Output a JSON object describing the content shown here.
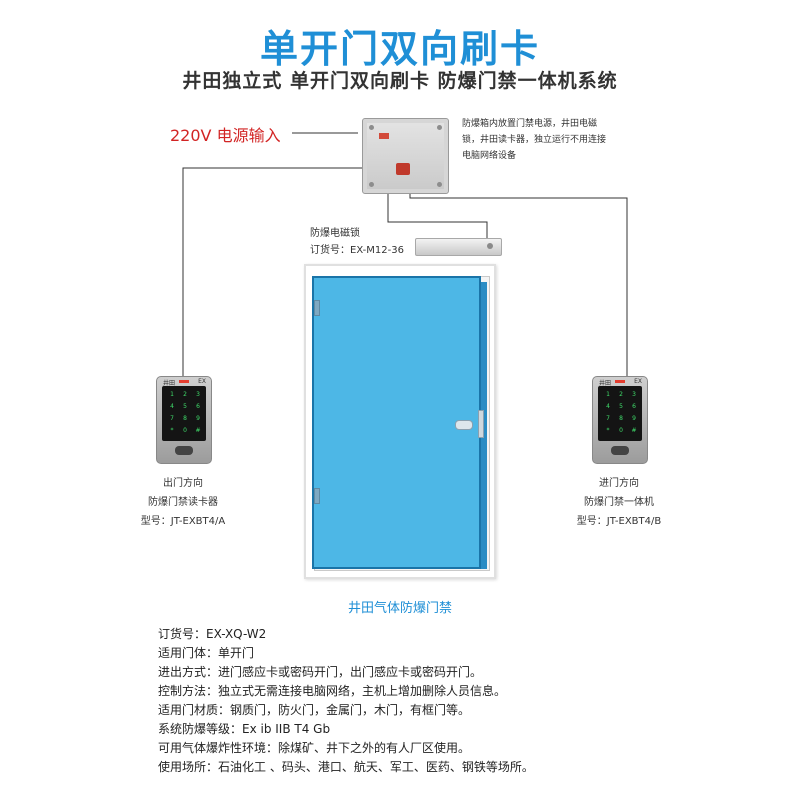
{
  "header": {
    "title": "单开门双向刷卡",
    "subtitle": "井田独立式  单开门双向刷卡  防爆门禁一体机系统"
  },
  "power": {
    "label": "220V  电源输入"
  },
  "controller_box": {
    "note": "防爆箱内放置门禁电源，井田电磁锁，井田读卡器，独立运行不用连接电脑网络设备"
  },
  "mag_lock": {
    "name": "防爆电磁锁",
    "model": "订货号：EX-M12-36"
  },
  "reader_left": {
    "direction": "出门方向",
    "name": "防爆门禁读卡器",
    "model": "型号：JT-EXBT4/A",
    "brand": "井田",
    "ex_mark": "EX"
  },
  "reader_right": {
    "direction": "进门方向",
    "name": "防爆门禁一体机",
    "model": "型号：JT-EXBT4/B",
    "brand": "井田",
    "ex_mark": "EX"
  },
  "door": {
    "caption": "井田气体防爆门禁"
  },
  "specs": [
    "订货号：EX-XQ-W2",
    "适用门体：单开门",
    "进出方式：进门感应卡或密码开门，出门感应卡或密码开门。",
    "控制方法：独立式无需连接电脑网络，主机上增加删除人员信息。",
    "适用门材质：钢质门，防火门，金属门，木门，有框门等。",
    "系统防爆等级：Ex ib IIB T4 Gb",
    "可用气体爆炸性环境：除煤矿、井下之外的有人厂区使用。",
    "使用场所：石油化工 、码头、港口、航天、军工、医药、钢铁等场所。"
  ],
  "colors": {
    "title": "#1f8fd6",
    "power_label": "#d22424",
    "door_leaf": "#4db7e6",
    "door_border": "#1a74a8",
    "keypad_glyph": "#3fdc6a"
  }
}
